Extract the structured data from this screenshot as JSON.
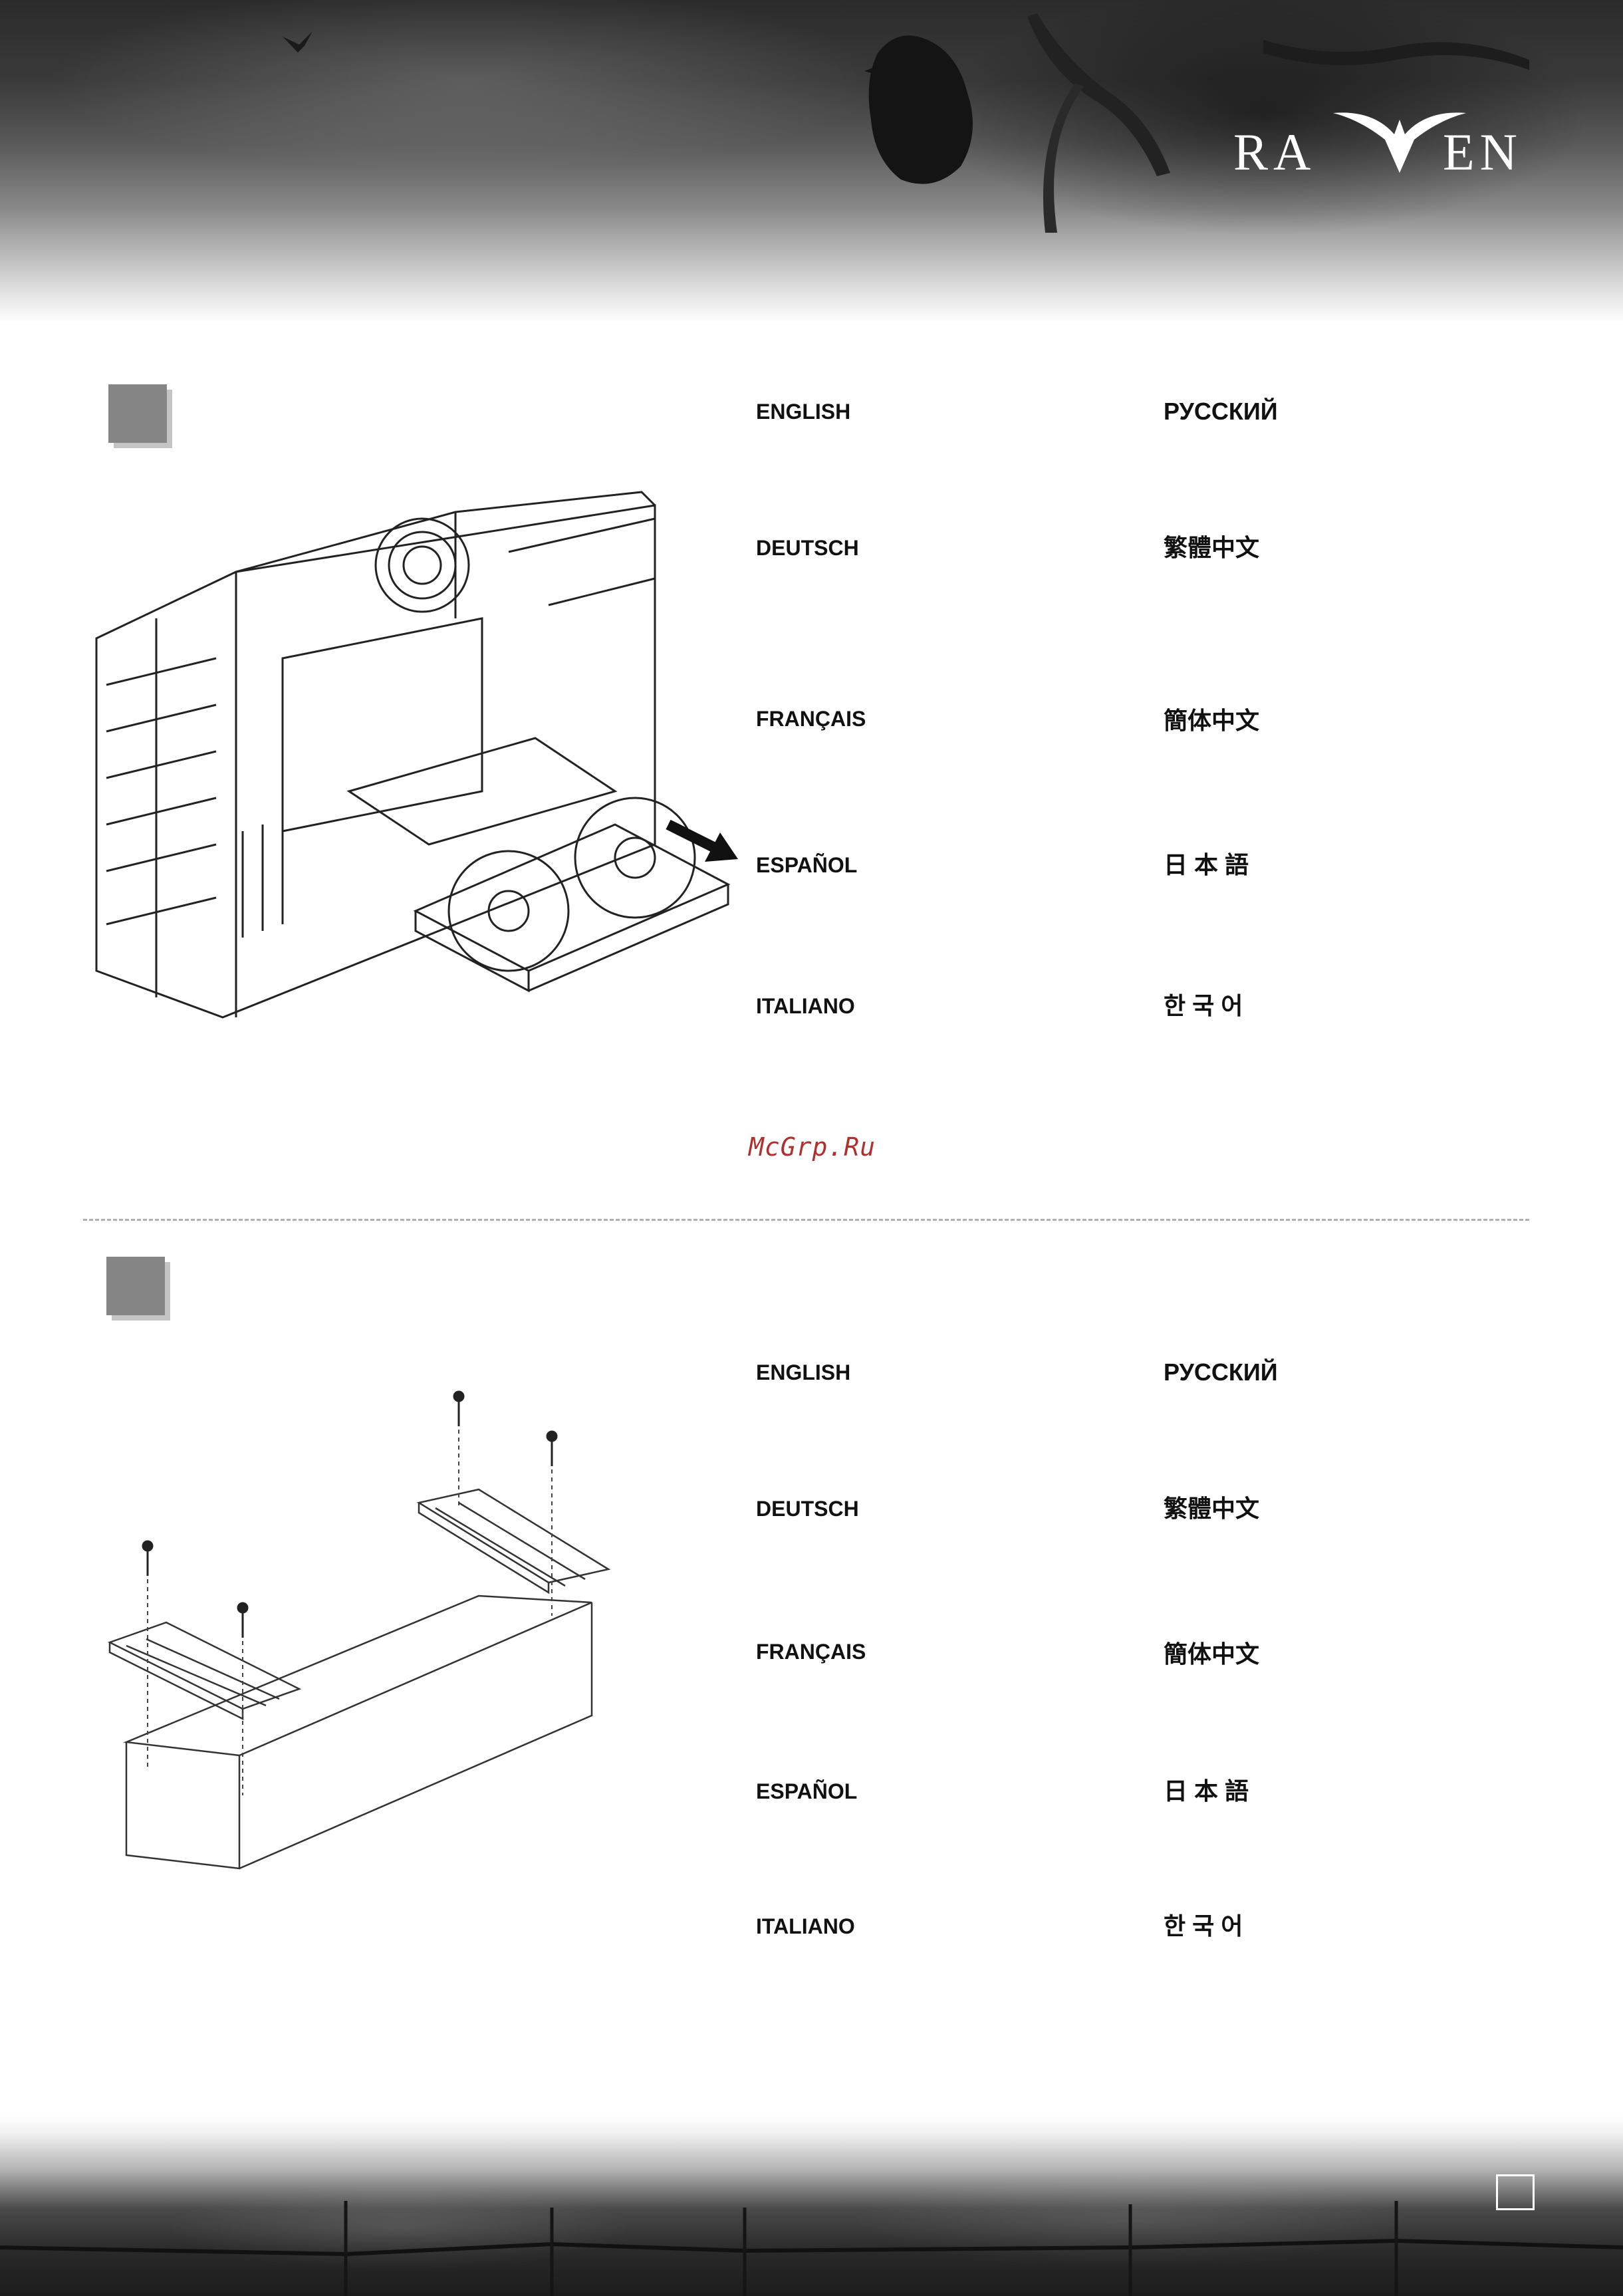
{
  "brand": {
    "logo_text_left": "RA",
    "logo_text_right": "EN"
  },
  "sections": [
    {
      "languages_left": [
        "ENGLISH",
        "DEUTSCH",
        "FRANÇAIS",
        "ESPAÑOL",
        "ITALIANO"
      ],
      "languages_right": [
        "РУССКИЙ",
        "繁體中文",
        "簡体中文",
        "日 本 語",
        "한 국 어"
      ]
    },
    {
      "languages_left": [
        "ENGLISH",
        "DEUTSCH",
        "FRANÇAIS",
        "ESPAÑOL",
        "ITALIANO"
      ],
      "languages_right": [
        "РУССКИЙ",
        "繁體中文",
        "簡体中文",
        "日 本 語",
        "한 국 어"
      ]
    }
  ],
  "watermark": "McGrp.Ru",
  "colors": {
    "marker": "#858585",
    "marker_shadow": "#c4c4c4",
    "watermark": "#b03030"
  }
}
